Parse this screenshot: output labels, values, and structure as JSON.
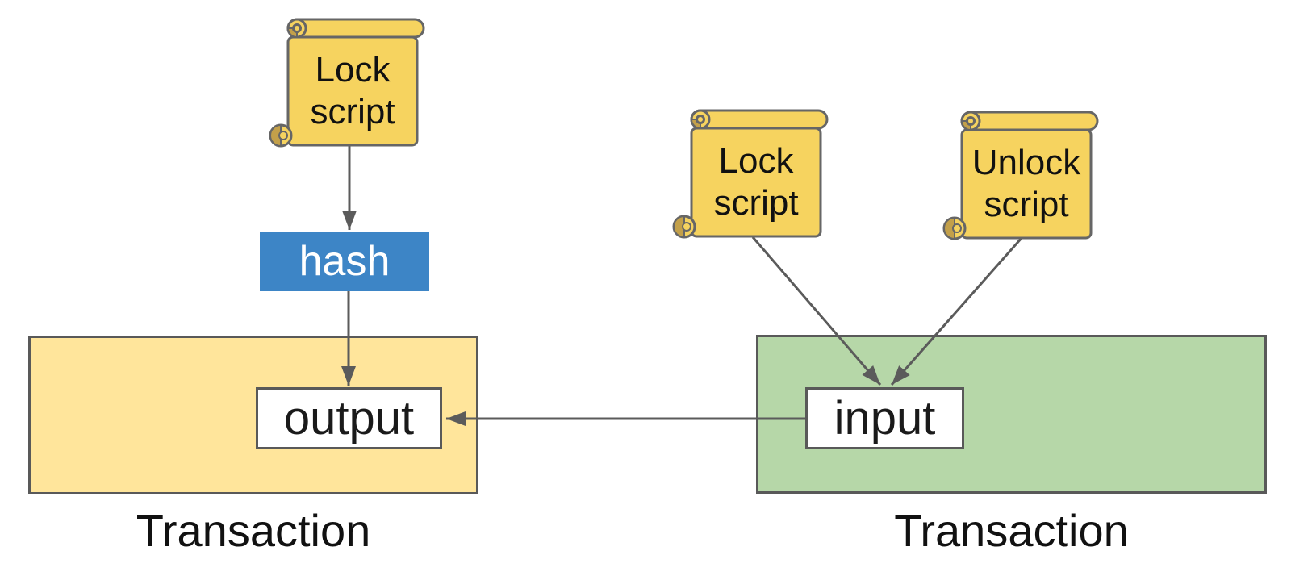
{
  "colors": {
    "scroll_fill": "#F6D35F",
    "scroll_shade": "#C3A04A",
    "scroll_outline": "#666666",
    "box_outline": "#595959",
    "arrow_gray": "#5B5B5B",
    "transaction_left_fill": "#FFE59B",
    "transaction_right_fill": "#B6D7A8",
    "hash_fill": "#3D85C6",
    "node_fill": "#FFFFFF",
    "text_color": "#111111"
  },
  "scrolls": [
    {
      "id": "lock-script-left",
      "line1": "Lock",
      "line2": "script"
    },
    {
      "id": "lock-script-right",
      "line1": "Lock",
      "line2": "script"
    },
    {
      "id": "unlock-script",
      "line1": "Unlock",
      "line2": "script"
    }
  ],
  "hash_box": {
    "label": "hash"
  },
  "left_transaction": {
    "node_label": "output",
    "caption": "Transaction"
  },
  "right_transaction": {
    "node_label": "input",
    "caption": "Transaction"
  }
}
